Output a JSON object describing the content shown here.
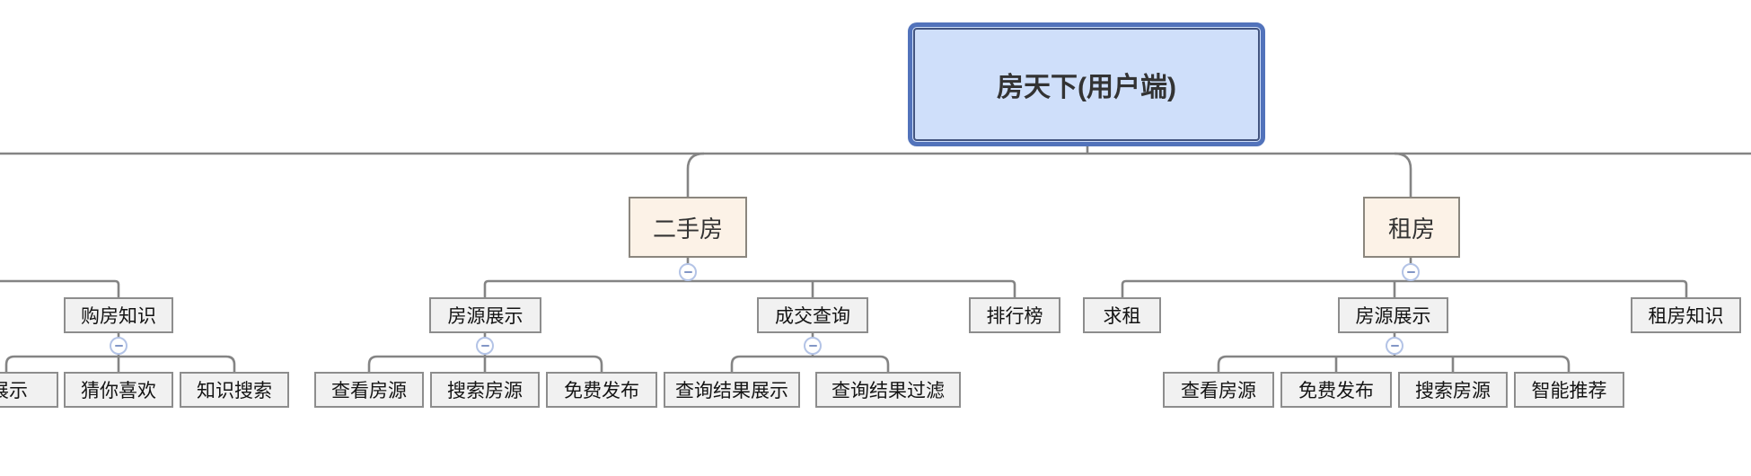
{
  "mindmap": {
    "root": {
      "label": "房天下(用户端)"
    },
    "clipped_branch_left": {
      "node": {
        "label": "购房知识"
      },
      "children": [
        {
          "label": "展示",
          "clipped": true
        },
        {
          "label": "猜你喜欢"
        },
        {
          "label": "知识搜索"
        }
      ]
    },
    "branch_secondhand": {
      "node": {
        "label": "二手房"
      },
      "children": [
        {
          "label": "房源展示",
          "children": [
            {
              "label": "查看房源"
            },
            {
              "label": "搜索房源"
            },
            {
              "label": "免费发布"
            }
          ]
        },
        {
          "label": "成交查询",
          "children": [
            {
              "label": "查询结果展示"
            },
            {
              "label": "查询结果过滤"
            }
          ]
        },
        {
          "label": "排行榜"
        }
      ]
    },
    "branch_rent": {
      "node": {
        "label": "租房"
      },
      "children": [
        {
          "label": "求租"
        },
        {
          "label": "房源展示",
          "children": [
            {
              "label": "查看房源"
            },
            {
              "label": "免费发布"
            },
            {
              "label": "搜索房源"
            },
            {
              "label": "智能推荐"
            }
          ]
        },
        {
          "label": "租房知识"
        }
      ]
    },
    "collapse_icon": {
      "glyph": "minus",
      "state": "expanded"
    }
  },
  "colors": {
    "root_fill": "#cfdffa",
    "root_border": "#5273bb",
    "root_inner_border": "#42547f",
    "branch_fill": "#fcf2e7",
    "branch_border": "#8b867e",
    "node_fill": "#f1f1f1",
    "node_border": "#8d8d8d",
    "connector": "#848484",
    "collapse_ring": "#b3c3e6",
    "collapse_minus": "#8296c6"
  }
}
